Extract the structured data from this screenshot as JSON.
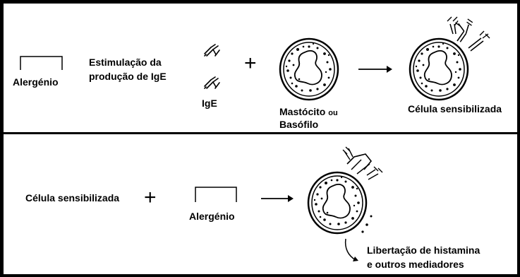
{
  "top_row": {
    "allergen_label": "Alergénio",
    "stimulation_line1": "Estimulação da",
    "stimulation_line2": "produção de IgE",
    "ige_label": "IgE",
    "plus": "+",
    "mast_cell_label": "Mastócito",
    "mast_cell_or": "ou",
    "basophil_label": "Basófilo",
    "sensitized_label": "Célula sensibilizada"
  },
  "bottom_row": {
    "sensitized_label": "Célula sensibilizada",
    "plus": "+",
    "allergen_label": "Alergénio",
    "release_line1": "Libertação de histamina",
    "release_line2": "e outros mediadores"
  },
  "icons": [
    "allergen-bracket-icon",
    "ige-antibody-icon",
    "mast-cell-icon",
    "arrow-right-icon",
    "curved-arrow-icon"
  ]
}
